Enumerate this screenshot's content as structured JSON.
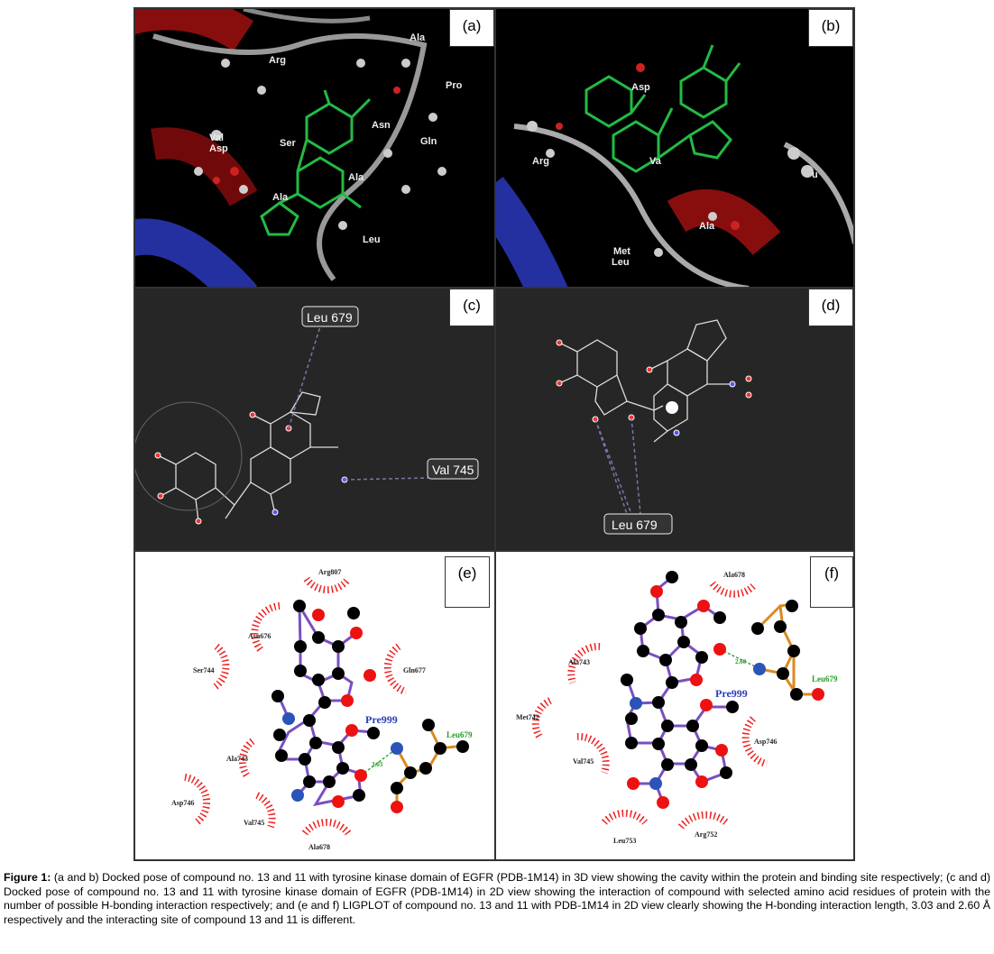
{
  "panels": {
    "a": {
      "tag": "(a)",
      "labels": [
        "Ala",
        "Arg",
        "Pro",
        "Asn",
        "Val",
        "Asp",
        "Ser",
        "Gln",
        "Ala",
        "Ala",
        "Leu"
      ]
    },
    "b": {
      "tag": "(b)",
      "labels": [
        "Asp",
        "Arg",
        "Va",
        "u",
        "Ala",
        "Met",
        "Leu"
      ]
    },
    "c": {
      "tag": "(c)",
      "labels": [
        "Leu 679",
        "Val 745"
      ]
    },
    "d": {
      "tag": "(d)",
      "labels": [
        "Leu 679"
      ]
    },
    "e": {
      "tag": "(e)",
      "residues": [
        "Arg807",
        "Asn676",
        "Ser744",
        "Gln677",
        "Ala743",
        "Asp746",
        "Val745",
        "Ala678"
      ],
      "ligand": "Pre999",
      "hbond_residue": "Leu679",
      "hbond_length": "3.03"
    },
    "f": {
      "tag": "(f)",
      "residues": [
        "Ala678",
        "Ala743",
        "Met742",
        "Val745",
        "Asp746",
        "Leu753",
        "Arg752"
      ],
      "ligand": "Pre999",
      "hbond_residue": "Leu679",
      "hbond_length": "2.60"
    }
  },
  "caption": {
    "label": "Figure 1:",
    "text": " (a and b) Docked pose of compound no. 13 and 11 with tyrosine kinase domain of EGFR (PDB-1M14) in 3D view showing the cavity within the protein and binding site respectively; (c and d) Docked pose of compound no. 13 and 11 with tyrosine kinase domain of EGFR (PDB-1M14) in 2D view showing the interaction of compound with selected amino acid residues of protein with the number of possible H-bonding interaction respectively; and (e and f) LIGPLOT of compound no. 13 and 11 with PDB-1M14 in 2D view clearly showing the H-bonding interaction length, 3.03 and 2.60 Å respectively and the interacting site of compound 13 and 11 is different."
  }
}
